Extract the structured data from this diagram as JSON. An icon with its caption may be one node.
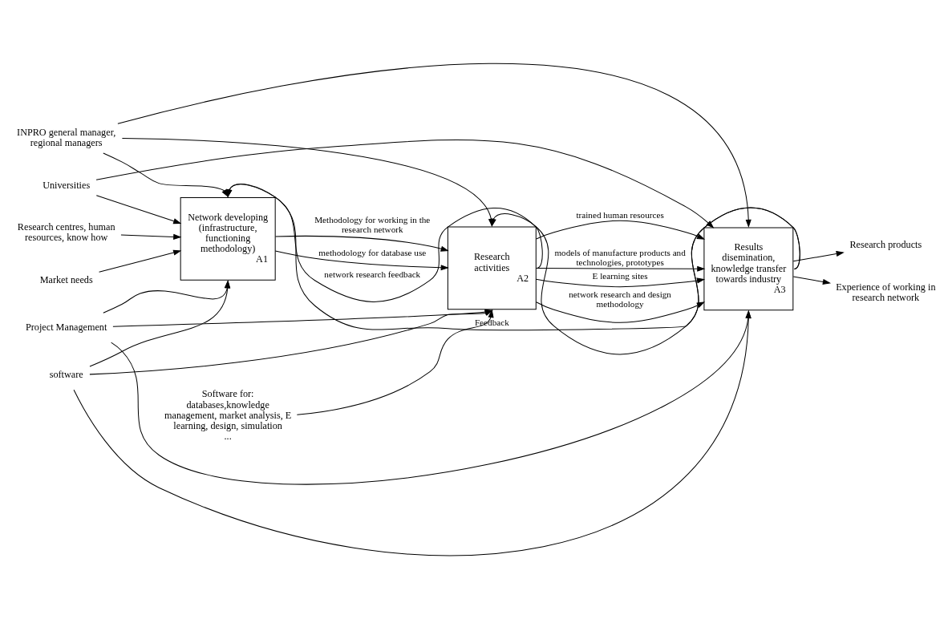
{
  "diagram": {
    "nodes": [
      {
        "text": [
          "INPRO general manager, regional managers"
        ]
      },
      {
        "text": [
          "Research centres, human resources, know how"
        ]
      },
      {
        "text": [
          "Market needs"
        ]
      },
      {
        "text": [
          "Universities"
        ]
      },
      {
        "text": [
          "Network developing (infrastructure, functioning methodology)",
          "A1"
        ]
      },
      {
        "text": [
          "Research activities",
          "A2"
        ]
      },
      {
        "text": [
          "Results disemination, knowledge transfer towards industry",
          "A3"
        ]
      },
      {
        "text": [
          "Research products"
        ]
      },
      {
        "text": [
          "Experience of working in research network"
        ]
      },
      {
        "text": [
          "Project Management"
        ]
      },
      {
        "text": [
          "software"
        ]
      },
      {
        "text": [
          "Software for: databases,knowledge management, market analysis, E learning, design, simulation ..."
        ]
      }
    ],
    "edges": [
      {
        "from": 0,
        "to": 4,
        "arrow": "to"
      },
      {
        "from": 0,
        "to": 5,
        "arrow": "to"
      },
      {
        "from": 0,
        "to": 6,
        "arrow": "to"
      },
      {
        "from": 1,
        "to": 4,
        "arrow": "to"
      },
      {
        "from": 2,
        "to": 4,
        "arrow": "to"
      },
      {
        "from": 3,
        "to": 4,
        "arrow": "to"
      },
      {
        "from": 3,
        "to": 6,
        "arrow": "to"
      },
      {
        "from": 4,
        "to": 5,
        "arrow": "to",
        "label": "Methodology for working in the research network"
      },
      {
        "from": 4,
        "to": 5,
        "arrow": "to",
        "label": "methodology for database use"
      },
      {
        "from": 5,
        "to": 4,
        "arrow": "to",
        "label": "network research feedback"
      },
      {
        "from": 5,
        "to": 6,
        "arrow": "to",
        "label": "trained human resources"
      },
      {
        "from": 5,
        "to": 6,
        "arrow": "to",
        "label": "models of manufacture products and technologies, prototypes"
      },
      {
        "from": 5,
        "to": 6,
        "arrow": "to",
        "label": "E learning sites"
      },
      {
        "from": 5,
        "to": 6,
        "arrow": "to",
        "label": "network research and design methodology"
      },
      {
        "from": 6,
        "to": 4,
        "arrow": "to",
        "label": "Feedback"
      },
      {
        "from": 6,
        "to": 5,
        "arrow": "to"
      },
      {
        "from": 6,
        "to": 7,
        "arrow": "to"
      },
      {
        "from": 6,
        "to": 8,
        "arrow": "to"
      },
      {
        "from": 10,
        "to": 4,
        "arrow": "to"
      },
      {
        "from": 10,
        "to": 5,
        "arrow": "to"
      },
      {
        "from": 10,
        "to": 6,
        "arrow": "to"
      },
      {
        "from": 9,
        "to": 4,
        "arrow": "to"
      },
      {
        "from": 9,
        "to": 5,
        "arrow": "to"
      },
      {
        "from": 9,
        "to": 6,
        "arrow": "to"
      },
      {
        "from": 11,
        "to": 5,
        "arrow": "to"
      }
    ]
  }
}
